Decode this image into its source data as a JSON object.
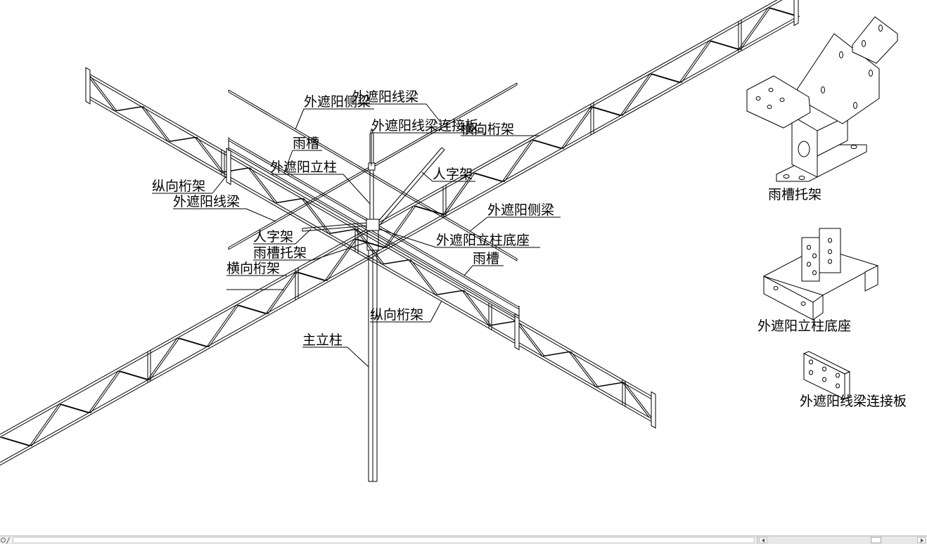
{
  "style": {
    "line_color": "#000000",
    "background": "#ffffff"
  },
  "labels": [
    "外遮阳侧梁",
    "外遮阳线梁",
    "外遮阳线梁连接板",
    "横向桁架",
    "雨槽",
    "外遮阳立柱",
    "人字架",
    "纵向桁架",
    "外遮阳线梁",
    "外遮阳侧梁",
    "人字架",
    "外遮阳立柱底座",
    "雨槽托架",
    "雨槽",
    "横向桁架",
    "纵向桁架",
    "主立柱"
  ],
  "details": {
    "gutter_bracket": "雨槽托架",
    "post_base": "外遮阳立柱底座",
    "connection_plate": "外遮阳线梁连接板"
  }
}
